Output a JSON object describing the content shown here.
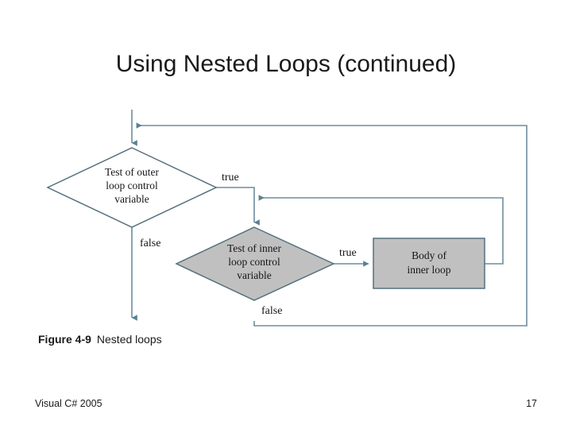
{
  "slide": {
    "title": "Using Nested Loops (continued)",
    "page_number": "17",
    "footer_left": "Visual C# 2005"
  },
  "figure": {
    "caption_number": "Figure 4-9",
    "caption_text": "Nested loops"
  },
  "colors": {
    "stroke": "#6d8e9c",
    "shape_outline": "#55707d",
    "shape_fill_gray": "#c0c0c0",
    "shape_fill_white": "#ffffff",
    "text": "#16161a",
    "background": "#ffffff"
  },
  "diagram": {
    "type": "flowchart",
    "description": "Nested loops flowchart: an outer loop control test whose true branch enters an inner loop control test, whose true branch runs the inner loop body and repeats; the inner false branch returns to the outer test; the outer false branch exits.",
    "nodes": [
      {
        "id": "outer-test",
        "shape": "diamond",
        "fill": "white",
        "lines": [
          "Test of outer",
          "loop control",
          "variable"
        ],
        "text": "Test of outer loop control variable"
      },
      {
        "id": "inner-test",
        "shape": "diamond",
        "fill": "gray",
        "lines": [
          "Test of inner",
          "loop control",
          "variable"
        ],
        "text": "Test of inner loop control variable"
      },
      {
        "id": "inner-body",
        "shape": "rectangle",
        "fill": "gray",
        "lines": [
          "Body of",
          "inner loop"
        ],
        "text": "Body of inner loop"
      }
    ],
    "edges": [
      {
        "id": "entry",
        "from": "start",
        "to": "outer-test",
        "label": ""
      },
      {
        "id": "outer-true",
        "from": "outer-test",
        "to": "inner-test",
        "label": "true"
      },
      {
        "id": "outer-false",
        "from": "outer-test",
        "to": "exit",
        "label": "false"
      },
      {
        "id": "inner-true",
        "from": "inner-test",
        "to": "inner-body",
        "label": "true"
      },
      {
        "id": "inner-false",
        "from": "inner-test",
        "to": "outer-test",
        "label": "false"
      },
      {
        "id": "inner-body-return",
        "from": "inner-body",
        "to": "inner-test",
        "label": ""
      }
    ]
  }
}
